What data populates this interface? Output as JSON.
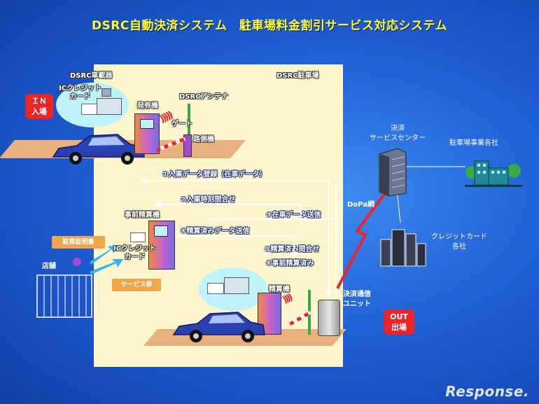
{
  "title": "DSRC自動決済システム　駐車場料金割引サービス対応システム",
  "labels": {
    "in_entry": [
      "ＩＮ",
      "入場"
    ],
    "out_exit": [
      "OUT",
      "出場"
    ],
    "onboard_unit": "DSRC車載器",
    "dsrc_parking": "DSRC駐車場",
    "ic_credit_card_top": [
      "ICクレジット",
      "カード"
    ],
    "dsrc_antenna": "DSRCアンテナ",
    "ticket_machine": "発券機",
    "gate": "ゲート",
    "roadside_unit": "路側機",
    "prepay_machine": "事前精算機",
    "ic_credit_card_mid": [
      "ICクレジット",
      "カード"
    ],
    "parking_certificate": "駐車証明書",
    "store": "店舗",
    "service_coupon": "サービス券",
    "settlement_machine": "精算機",
    "settlement_unit": [
      "決済通信",
      "ユニット"
    ],
    "settlement_center": [
      "決済",
      "サービスセンター"
    ],
    "parking_operators": "駐車場事業各社",
    "dopa_network": "DoPa網",
    "credit_card_companies": [
      "クレジットカード",
      "各社"
    ]
  },
  "steps": [
    "①入庫データ登録（在車データ）",
    "②入庫時刻問合せ",
    "③在車データ送信",
    "④精算済みデータ送信",
    "⑤精算済み問合せ",
    "⑥事前精算済み"
  ],
  "watermark": "Response.",
  "colors": {
    "background": "#2060d6",
    "panel": "#fdf6cc",
    "title": "#ffff33",
    "accent_red": "#e8262a",
    "car": "#2a3fb0",
    "ground": "#e7b07c"
  }
}
